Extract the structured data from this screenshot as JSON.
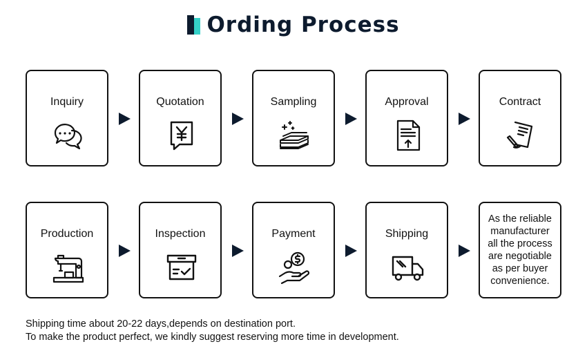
{
  "title": "Ording Process",
  "steps": [
    {
      "label": "Inquiry",
      "icon": "chat-bubbles-icon"
    },
    {
      "label": "Quotation",
      "icon": "yen-quote-icon"
    },
    {
      "label": "Sampling",
      "icon": "fabric-stack-icon"
    },
    {
      "label": "Approval",
      "icon": "approval-document-icon"
    },
    {
      "label": "Contract",
      "icon": "contract-signing-icon"
    },
    {
      "label": "Production",
      "icon": "sewing-machine-icon"
    },
    {
      "label": "Inspection",
      "icon": "inspection-box-icon"
    },
    {
      "label": "Payment",
      "icon": "coin-hand-icon"
    },
    {
      "label": "Shipping",
      "icon": "delivery-truck-icon"
    }
  ],
  "note_lines": [
    "As the reliable",
    "manufacturer",
    "all the process",
    "are negotiable",
    "as per buyer",
    "convenience."
  ],
  "footer_lines": [
    "Shipping time about 20-22 days,depends on destination port.",
    "To make the product perfect, we kindly suggest reserving more time in development."
  ],
  "colors": {
    "text": "#111111",
    "title": "#0d1b2e",
    "accent": "#35d0c8",
    "arrow": "#0d1b2e",
    "border": "#111111"
  }
}
